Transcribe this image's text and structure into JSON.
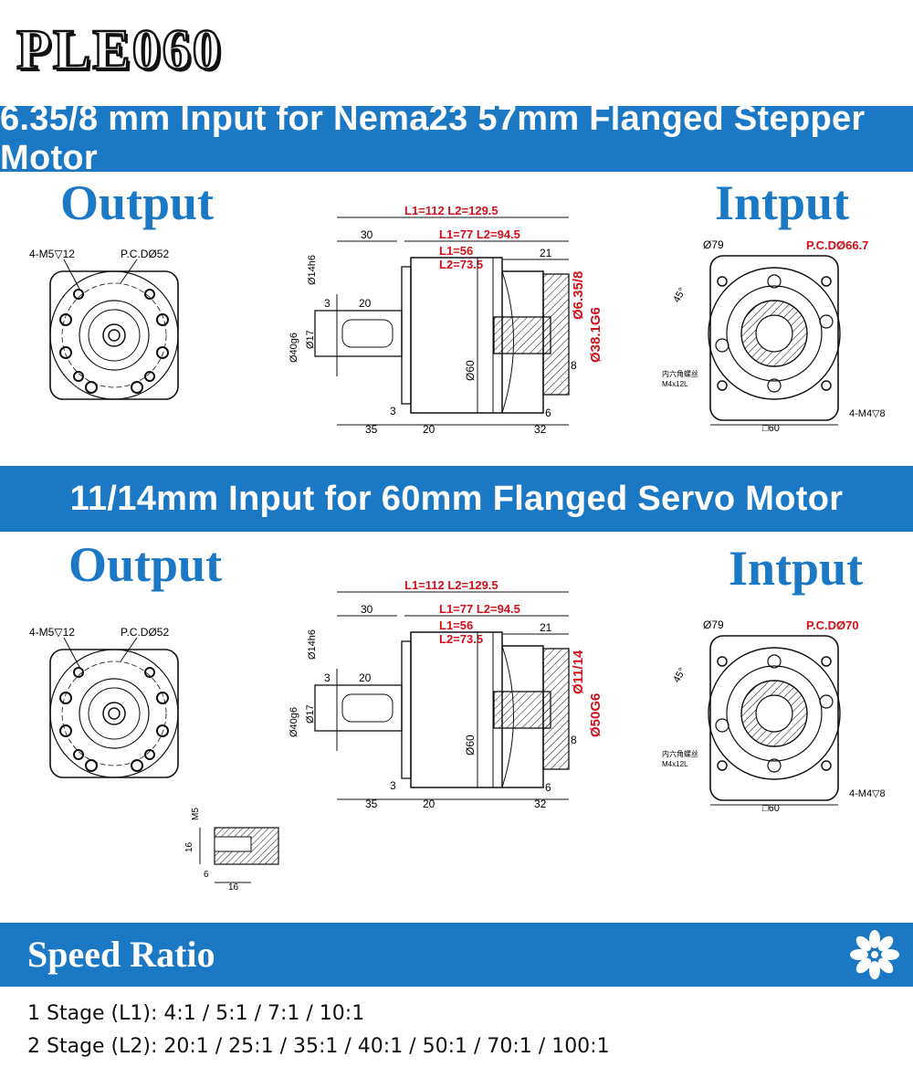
{
  "logo": "PLE060",
  "section1": {
    "banner": "6.35/8 mm Input for Nema23 57mm Flanged Stepper Motor",
    "output_label": "Output",
    "input_label": "Intput",
    "output_view": {
      "bolt": "4-M5▽12",
      "pcd": "P.C.DØ52"
    },
    "side_view": {
      "l_total": "L1=112 L2=129.5",
      "l_body": "L1=77 L2=94.5",
      "l1": "L1=56",
      "l2": "L2=73.5",
      "d30": "30",
      "d21": "21",
      "d14": "Ø14h6",
      "d20": "20",
      "d3a": "3",
      "d40": "Ø40g6",
      "d17": "Ø17",
      "d60": "Ø60",
      "d_in": "Ø6.35/8",
      "d_pilot": "Ø38.1G6",
      "d8": "8",
      "d3b": "3",
      "d6": "6",
      "d35": "35",
      "d20b": "20",
      "d32": "32"
    },
    "input_view": {
      "d79": "Ø79",
      "pcd": "P.C.DØ66.7",
      "angle": "45°",
      "screw_cn": "内六角螺丝",
      "screw": "M4x12L",
      "bolt": "4-M4▽8",
      "sq": "□60"
    }
  },
  "section2": {
    "banner": "11/14mm Input for 60mm Flanged Servo Motor",
    "output_label": "Output",
    "input_label": "Intput",
    "output_view": {
      "bolt": "4-M5▽12",
      "pcd": "P.C.DØ52"
    },
    "side_view": {
      "l_total": "L1=112 L2=129.5",
      "l_body": "L1=77 L2=94.5",
      "l1": "L1=56",
      "l2": "L2=73.5",
      "d30": "30",
      "d21": "21",
      "d14": "Ø14h6",
      "d20": "20",
      "d3a": "3",
      "d40": "Ø40g6",
      "d17": "Ø17",
      "d60": "Ø60",
      "d_in": "Ø11/14",
      "d_pilot": "Ø50G6",
      "d8": "8",
      "d3b": "3",
      "d6": "6",
      "d35": "35",
      "d20b": "20",
      "d32": "32"
    },
    "input_view": {
      "d79": "Ø79",
      "pcd": "P.C.DØ70",
      "angle": "45°",
      "screw_cn": "内六角螺丝",
      "screw": "M4x12L",
      "bolt": "4-M4▽8",
      "sq": "□60"
    },
    "detail": {
      "m5": "M5",
      "d16v": "16",
      "d6": "6",
      "d16h": "16"
    }
  },
  "speed": {
    "title": "Speed Ratio",
    "stage1": "1 Stage (L1): 4:1 / 5:1 / 7:1 / 10:1",
    "stage2": "2 Stage (L2): 20:1 / 25:1 / 35:1 / 40:1 / 50:1 / 70:1 / 100:1"
  },
  "colors": {
    "brand_blue": "#1a78c4",
    "dim_red": "#d0101a"
  }
}
